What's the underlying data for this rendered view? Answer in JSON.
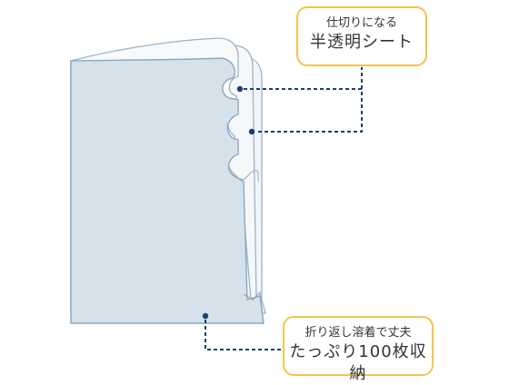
{
  "callout_top": {
    "line1": "仕切りになる",
    "line2": "半透明シート"
  },
  "callout_bottom": {
    "line1": "折り返し溶着で丈夫",
    "line2": "たっぷり100枚収納"
  },
  "colors": {
    "sheet_fill": "#d5e2ec",
    "sheet_stroke": "#8fa7bb",
    "back_sheet_fill": "#eef3f7",
    "back_sheet_stroke": "#9fb3c3",
    "leader_line": "#1f3d73",
    "callout_border": "#f0c54a"
  }
}
